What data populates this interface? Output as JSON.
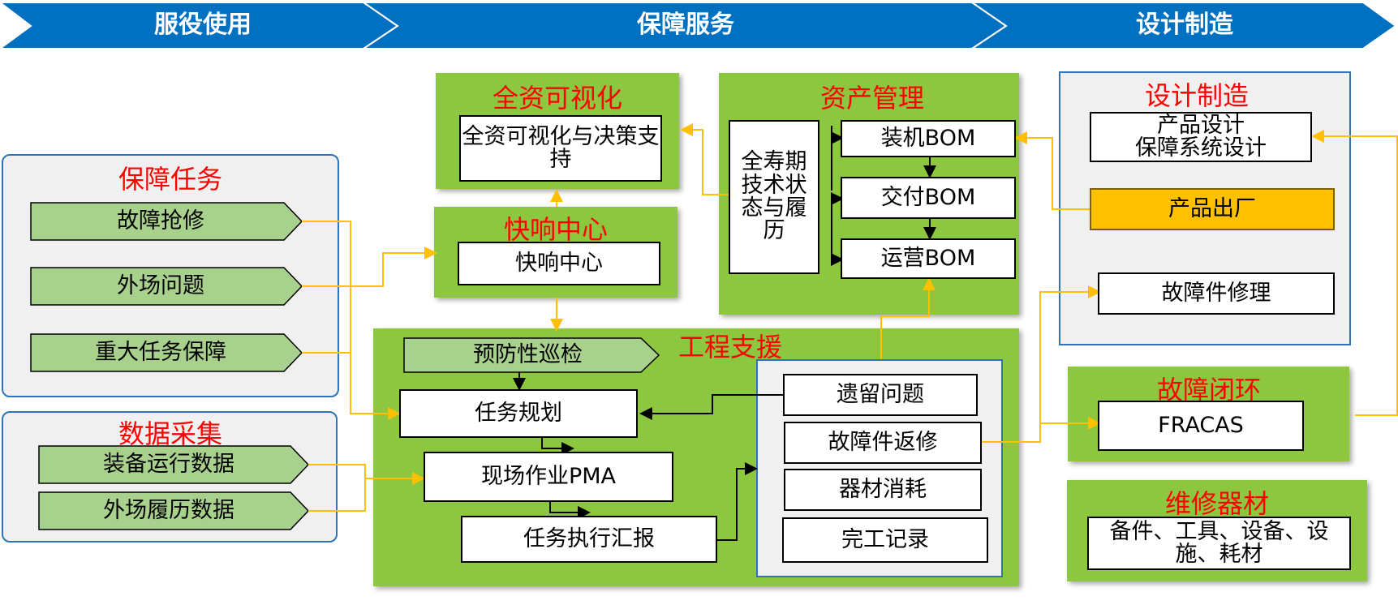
{
  "banner": {
    "stages": [
      "服役使用",
      "保障服务",
      "设计制造"
    ]
  },
  "support_tasks": {
    "title": "保障任务",
    "items": [
      "故障抢修",
      "外场问题",
      "重大任务保障"
    ]
  },
  "data_collection": {
    "title": "数据采集",
    "items": [
      "装备运行数据",
      "外场履历数据"
    ]
  },
  "visualization": {
    "title": "全资可视化",
    "box": "全资可视化与决策支持"
  },
  "rapid_response": {
    "title": "快响中心",
    "box": "快响中心"
  },
  "asset_management": {
    "title": "资产管理",
    "lifecycle": "全寿期技术状态与履历",
    "boms": [
      "装机BOM",
      "交付BOM",
      "运营BOM"
    ]
  },
  "engineering_support": {
    "title": "工程支援",
    "inspection": "预防性巡检",
    "planning": "任务规划",
    "pma": "现场作业PMA",
    "report": "任务执行汇报",
    "records": [
      "遗留问题",
      "故障件返修",
      "器材消耗",
      "完工记录"
    ]
  },
  "design_manufacturing": {
    "title": "设计制造",
    "design_line1": "产品设计",
    "design_line2": "保障系统设计",
    "factory": "产品出厂",
    "repair": "故障件修理"
  },
  "fault_loop": {
    "title": "故障闭环",
    "box": "FRACAS"
  },
  "materials": {
    "title": "维修器材",
    "box": "备件、工具、设备、设施、耗材"
  },
  "colors": {
    "banner_blue": "#0070c0",
    "panel_green": "#8dc63f",
    "tag_green": "#a9d18e",
    "title_red": "#ff0000",
    "connector_orange": "#ffc000",
    "factory_fill": "#ffc000"
  }
}
